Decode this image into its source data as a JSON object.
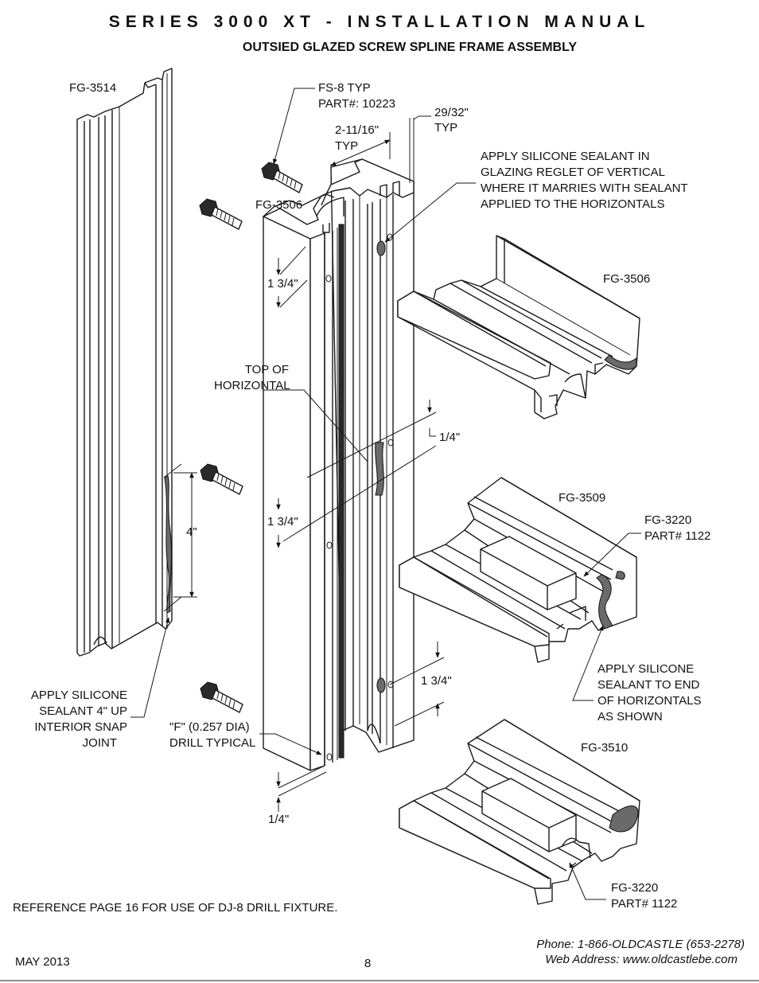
{
  "header": {
    "title": "SERIES 3000 XT - INSTALLATION MANUAL",
    "subtitle": "OUTSIED GLAZED SCREW SPLINE FRAME ASSEMBLY"
  },
  "labels": {
    "fg3514": "FG-3514",
    "fs8_typ": "FS-8 TYP",
    "fs8_part": "PART#: 10223",
    "dim_2_11_16": "2-11/16\"",
    "typ": "TYP",
    "dim_29_32": "29/32\"",
    "typ2": "TYP",
    "fg3506_vert": "FG-3506",
    "sealant_reglet": [
      "APPLY SILICONE SEALANT IN",
      "GLAZING REGLET OF VERTICAL",
      "WHERE IT MARRIES WITH SEALANT",
      "APPLIED TO THE HORIZONTALS"
    ],
    "fg3506_horiz": "FG-3506",
    "dim_1_3_4_a": "1 3/4\"",
    "top_of_horizontal": [
      "TOP OF",
      "HORIZONTAL"
    ],
    "dim_1_4_a": "1/4\"",
    "fg3509": "FG-3509",
    "fg3220_a": [
      "FG-3220",
      "PART# 1122"
    ],
    "dim_4": "4\"",
    "dim_1_3_4_b": "1 3/4\"",
    "sealant_end": [
      "APPLY SILICONE",
      "SEALANT TO END",
      "OF HORIZONTALS",
      "AS SHOWN"
    ],
    "dim_1_3_4_c": "1 3/4\"",
    "sealant_snap": [
      "APPLY SILICONE",
      "SEALANT 4\" UP",
      "INTERIOR SNAP",
      "JOINT"
    ],
    "drill": [
      "\"F\" (0.257 DIA)",
      "DRILL TYPICAL"
    ],
    "fg3510": "FG-3510",
    "dim_1_4_b": "1/4\"",
    "fg3220_b": [
      "FG-3220",
      "PART# 1122"
    ]
  },
  "footer": {
    "reference": "REFERENCE PAGE 16 FOR USE OF DJ-8 DRILL FIXTURE.",
    "date": "MAY 2013",
    "page": "8",
    "phone": "Phone: 1-866-OLDCASTLE (653-2278)",
    "web": "Web Address: www.oldcastlebe.com"
  }
}
